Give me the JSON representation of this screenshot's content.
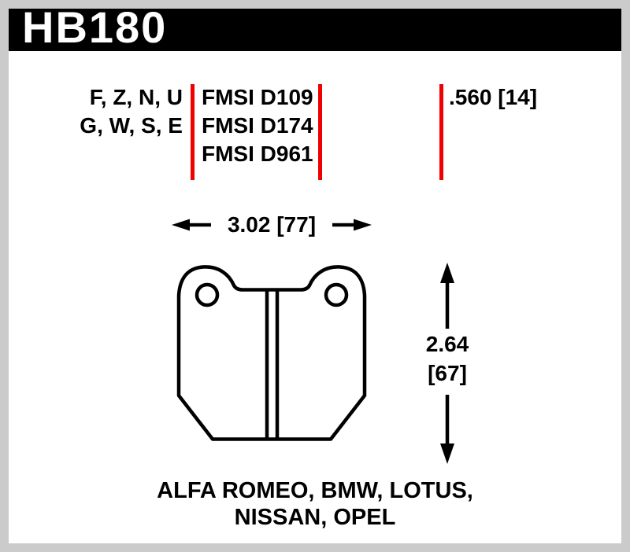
{
  "page": {
    "frame_color": "#cbcbcb",
    "background": "#ffffff",
    "accent_red": "#f00000",
    "ink": "#000000"
  },
  "header": {
    "part_number": "HB180",
    "background": "#000000",
    "text_color": "#ffffff"
  },
  "spec_table": {
    "compound_codes": [
      "F, Z, N, U",
      "G, W, S, E"
    ],
    "fmsi_numbers": [
      "FMSI D109",
      "FMSI D174",
      "FMSI D961"
    ],
    "thickness": ".560 [14]"
  },
  "dimensions": {
    "width": "3.02 [77]",
    "height": [
      "2.64",
      "[67]"
    ]
  },
  "drawing": {
    "subject": "brake-pad-outline-with-two-mounting-ears-holes-and-center-slot"
  },
  "applications": [
    "ALFA ROMEO, BMW, LOTUS,",
    "NISSAN, OPEL"
  ]
}
